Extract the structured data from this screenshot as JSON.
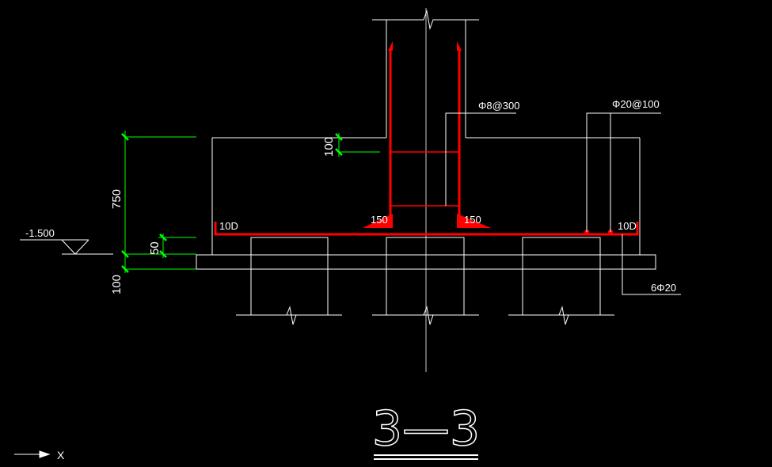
{
  "labels": {
    "stirrup_spec": "Φ8@300",
    "bottom_bar_spacing": "Φ20@100",
    "side_bars": "6Φ20",
    "hook_left": "10D",
    "hook_right": "10D",
    "anchor_left": "150",
    "anchor_right": "150",
    "elevation": "-1.500",
    "dim_750": "750",
    "dim_100_top": "100",
    "dim_50": "50",
    "dim_100_bottom": "100"
  },
  "section_title": "3—3",
  "axis_label": "X",
  "colors": {
    "background": "#000000",
    "outline": "#ffffff",
    "rebar": "#ff0000",
    "dimension": "#00ff00",
    "dimension_tick": "#00ff00"
  }
}
